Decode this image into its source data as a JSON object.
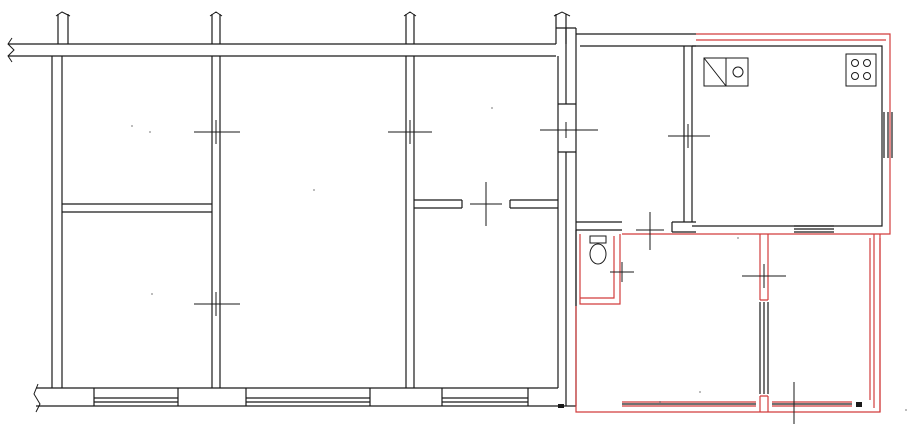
{
  "colors": {
    "wall": "#1a1a1a",
    "annotation": "#d23c3c",
    "background": "#ffffff"
  },
  "fixtures": [
    "sink",
    "stove",
    "toilet"
  ],
  "rooms": [
    "room-1",
    "room-2",
    "room-3",
    "room-4",
    "room-5",
    "corridor",
    "kitchen",
    "bathroom",
    "room-6",
    "room-7"
  ]
}
